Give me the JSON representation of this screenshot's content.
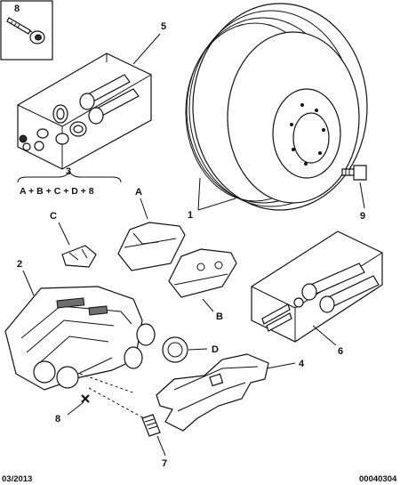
{
  "callouts": {
    "c1": "1",
    "c2": "2",
    "c3": "3",
    "c4": "4",
    "c5": "5",
    "c6": "6",
    "c7": "7",
    "c8_top": "8",
    "c8_bottom": "8",
    "c9": "9",
    "cA": "A",
    "cB": "B",
    "cC": "C",
    "cD": "D"
  },
  "formula": "A + B + C + D + 8",
  "footer": {
    "date": "03/2013",
    "ref": "00040304"
  }
}
